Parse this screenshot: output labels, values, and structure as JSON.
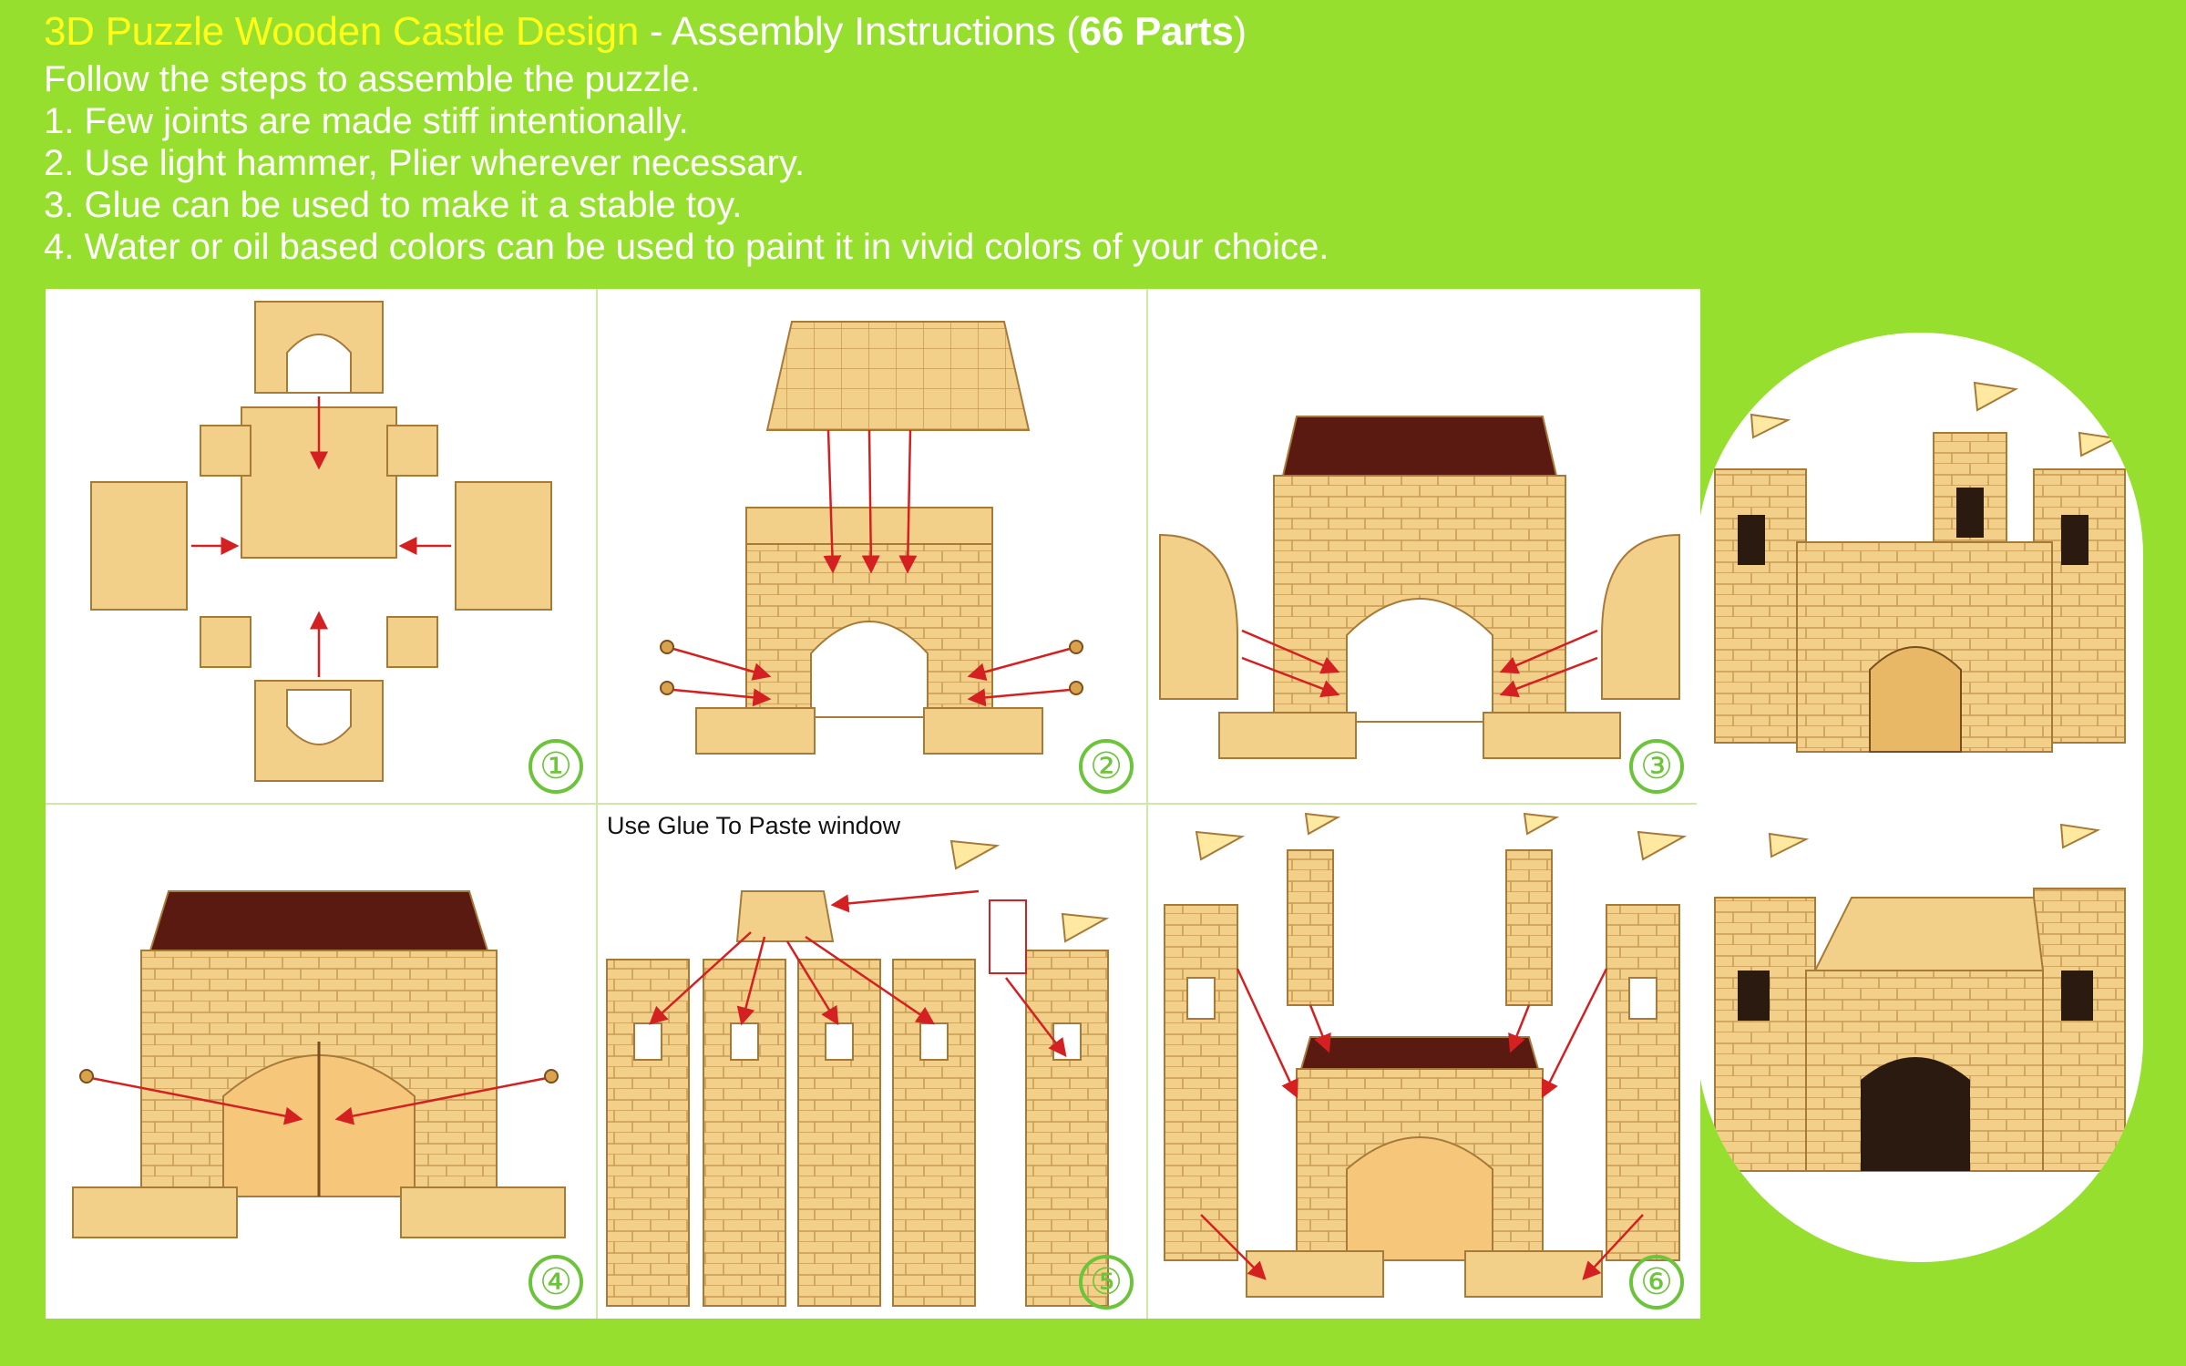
{
  "header": {
    "title_part1": "3D Puzzle Wooden Castle Design",
    "title_part2": " - Assembly Instructions (",
    "title_bold": "66 Parts",
    "title_part3": ")"
  },
  "instructions": {
    "intro": "Follow the steps to assemble the puzzle.",
    "items": [
      "1. Few joints are made stiff intentionally.",
      "2. Use light hammer, Plier wherever necessary.",
      "3. Glue can be used to make it a stable toy.",
      "4. Water or oil based colors can be used to paint it in vivid colors of your choice."
    ]
  },
  "steps": [
    {
      "number": "①"
    },
    {
      "number": "②"
    },
    {
      "number": "③"
    },
    {
      "number": "④"
    },
    {
      "number": "⑤",
      "note": "Use Glue To Paste window"
    },
    {
      "number": "⑥"
    }
  ],
  "colors": {
    "background": "#96df2e",
    "wood": "#f3d08a",
    "wood_edge": "#a87a3a",
    "roof": "#5a1a12",
    "arrow": "#d42020",
    "step_circle": "#6cc43b",
    "title_highlight": "#ffff1a"
  }
}
